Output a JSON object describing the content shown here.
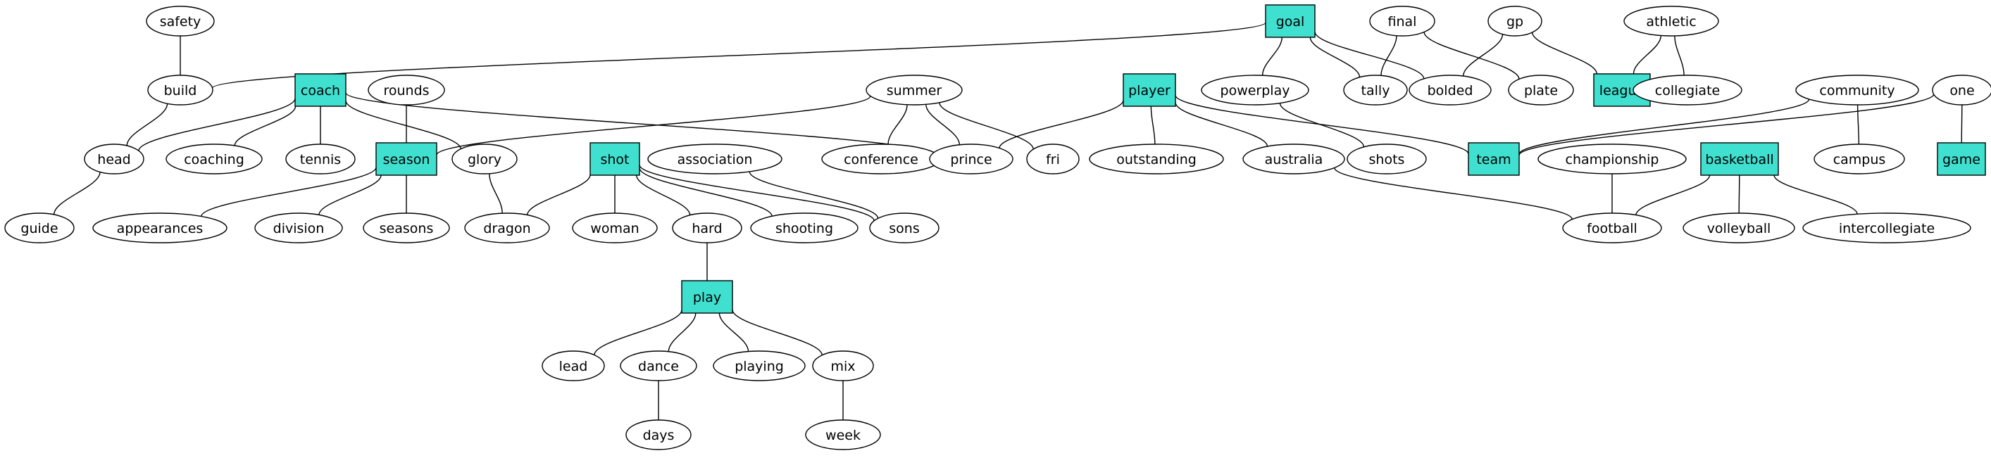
{
  "colors": {
    "box_fill": "#40e0d0",
    "ellipse_fill": "#ffffff",
    "stroke": "#000000"
  },
  "nodes": [
    {
      "id": "safety",
      "label": "safety",
      "shape": "ellipse"
    },
    {
      "id": "build",
      "label": "build",
      "shape": "ellipse"
    },
    {
      "id": "coach",
      "label": "coach",
      "shape": "box"
    },
    {
      "id": "rounds",
      "label": "rounds",
      "shape": "ellipse"
    },
    {
      "id": "head",
      "label": "head",
      "shape": "ellipse"
    },
    {
      "id": "coaching",
      "label": "coaching",
      "shape": "ellipse"
    },
    {
      "id": "tennis",
      "label": "tennis",
      "shape": "ellipse"
    },
    {
      "id": "season",
      "label": "season",
      "shape": "box"
    },
    {
      "id": "glory",
      "label": "glory",
      "shape": "ellipse"
    },
    {
      "id": "guide",
      "label": "guide",
      "shape": "ellipse"
    },
    {
      "id": "appearances",
      "label": "appearances",
      "shape": "ellipse"
    },
    {
      "id": "division",
      "label": "division",
      "shape": "ellipse"
    },
    {
      "id": "seasons",
      "label": "seasons",
      "shape": "ellipse"
    },
    {
      "id": "dragon",
      "label": "dragon",
      "shape": "ellipse"
    },
    {
      "id": "shot",
      "label": "shot",
      "shape": "box"
    },
    {
      "id": "association",
      "label": "association",
      "shape": "ellipse"
    },
    {
      "id": "woman",
      "label": "woman",
      "shape": "ellipse"
    },
    {
      "id": "hard",
      "label": "hard",
      "shape": "ellipse"
    },
    {
      "id": "shooting",
      "label": "shooting",
      "shape": "ellipse"
    },
    {
      "id": "sons",
      "label": "sons",
      "shape": "ellipse"
    },
    {
      "id": "play",
      "label": "play",
      "shape": "box"
    },
    {
      "id": "lead",
      "label": "lead",
      "shape": "ellipse"
    },
    {
      "id": "dance",
      "label": "dance",
      "shape": "ellipse"
    },
    {
      "id": "playing",
      "label": "playing",
      "shape": "ellipse"
    },
    {
      "id": "mix",
      "label": "mix",
      "shape": "ellipse"
    },
    {
      "id": "days",
      "label": "days",
      "shape": "ellipse"
    },
    {
      "id": "week",
      "label": "week",
      "shape": "ellipse"
    },
    {
      "id": "summer",
      "label": "summer",
      "shape": "ellipse"
    },
    {
      "id": "conference",
      "label": "conference",
      "shape": "ellipse"
    },
    {
      "id": "prince",
      "label": "prince",
      "shape": "ellipse"
    },
    {
      "id": "fri",
      "label": "fri",
      "shape": "ellipse"
    },
    {
      "id": "player",
      "label": "player",
      "shape": "box"
    },
    {
      "id": "outstanding",
      "label": "outstanding",
      "shape": "ellipse"
    },
    {
      "id": "australia",
      "label": "australia",
      "shape": "ellipse"
    },
    {
      "id": "goal",
      "label": "goal",
      "shape": "box"
    },
    {
      "id": "powerplay",
      "label": "powerplay",
      "shape": "ellipse"
    },
    {
      "id": "tally",
      "label": "tally",
      "shape": "ellipse"
    },
    {
      "id": "final",
      "label": "final",
      "shape": "ellipse"
    },
    {
      "id": "bolded",
      "label": "bolded",
      "shape": "ellipse"
    },
    {
      "id": "gp",
      "label": "gp",
      "shape": "ellipse"
    },
    {
      "id": "plate",
      "label": "plate",
      "shape": "ellipse"
    },
    {
      "id": "league",
      "label": "league",
      "shape": "box"
    },
    {
      "id": "athletic",
      "label": "athletic",
      "shape": "ellipse"
    },
    {
      "id": "collegiate",
      "label": "collegiate",
      "shape": "ellipse"
    },
    {
      "id": "shots",
      "label": "shots",
      "shape": "ellipse"
    },
    {
      "id": "team",
      "label": "team",
      "shape": "box"
    },
    {
      "id": "community",
      "label": "community",
      "shape": "ellipse"
    },
    {
      "id": "one",
      "label": "one",
      "shape": "ellipse"
    },
    {
      "id": "championship",
      "label": "championship",
      "shape": "ellipse"
    },
    {
      "id": "basketball",
      "label": "basketball",
      "shape": "box"
    },
    {
      "id": "campus",
      "label": "campus",
      "shape": "ellipse"
    },
    {
      "id": "game",
      "label": "game",
      "shape": "box"
    },
    {
      "id": "football",
      "label": "football",
      "shape": "ellipse"
    },
    {
      "id": "volleyball",
      "label": "volleyball",
      "shape": "ellipse"
    },
    {
      "id": "intercollegiate",
      "label": "intercollegiate",
      "shape": "ellipse"
    }
  ],
  "edges": [
    [
      "safety",
      "build"
    ],
    [
      "goal",
      "build"
    ],
    [
      "build",
      "head"
    ],
    [
      "coach",
      "head"
    ],
    [
      "coach",
      "coaching"
    ],
    [
      "coach",
      "tennis"
    ],
    [
      "coach",
      "glory"
    ],
    [
      "coach",
      "prince"
    ],
    [
      "head",
      "guide"
    ],
    [
      "rounds",
      "season"
    ],
    [
      "summer",
      "season"
    ],
    [
      "season",
      "appearances"
    ],
    [
      "season",
      "division"
    ],
    [
      "season",
      "seasons"
    ],
    [
      "glory",
      "dragon"
    ],
    [
      "shot",
      "dragon"
    ],
    [
      "shot",
      "woman"
    ],
    [
      "shot",
      "hard"
    ],
    [
      "shot",
      "shooting"
    ],
    [
      "shot",
      "sons"
    ],
    [
      "association",
      "sons"
    ],
    [
      "hard",
      "play"
    ],
    [
      "play",
      "lead"
    ],
    [
      "play",
      "dance"
    ],
    [
      "play",
      "playing"
    ],
    [
      "play",
      "mix"
    ],
    [
      "dance",
      "days"
    ],
    [
      "mix",
      "week"
    ],
    [
      "summer",
      "conference"
    ],
    [
      "summer",
      "prince"
    ],
    [
      "summer",
      "fri"
    ],
    [
      "player",
      "prince"
    ],
    [
      "player",
      "outstanding"
    ],
    [
      "player",
      "australia"
    ],
    [
      "player",
      "team"
    ],
    [
      "australia",
      "football"
    ],
    [
      "goal",
      "powerplay"
    ],
    [
      "goal",
      "tally"
    ],
    [
      "goal",
      "bolded"
    ],
    [
      "final",
      "tally"
    ],
    [
      "final",
      "plate"
    ],
    [
      "gp",
      "bolded"
    ],
    [
      "gp",
      "league"
    ],
    [
      "athletic",
      "league"
    ],
    [
      "athletic",
      "collegiate"
    ],
    [
      "powerplay",
      "shots"
    ],
    [
      "community",
      "team"
    ],
    [
      "community",
      "campus"
    ],
    [
      "one",
      "team"
    ],
    [
      "one",
      "game"
    ],
    [
      "championship",
      "football"
    ],
    [
      "basketball",
      "football"
    ],
    [
      "basketball",
      "volleyball"
    ],
    [
      "basketball",
      "intercollegiate"
    ]
  ]
}
